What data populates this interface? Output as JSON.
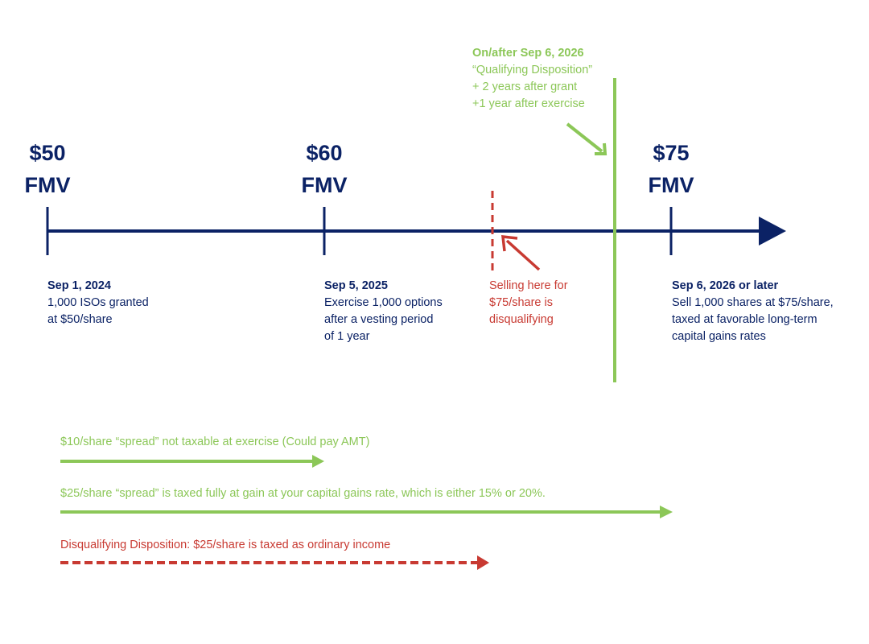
{
  "colors": {
    "navy": "#0b2265",
    "green": "#8cc758",
    "red": "#c83a32"
  },
  "qualifying_note": {
    "heading": "On/after Sep 6, 2026",
    "line1": "“Qualifying Disposition”",
    "line2": "+ 2 years after grant",
    "line3": "+1 year after exercise"
  },
  "markers": [
    {
      "price": "$50",
      "label": "FMV"
    },
    {
      "price": "$60",
      "label": "FMV"
    },
    {
      "price": "$75",
      "label": "FMV"
    }
  ],
  "events": [
    {
      "date": "Sep 1, 2024",
      "lines": [
        "1,000 ISOs granted",
        "at $50/share"
      ]
    },
    {
      "date": "Sep 5, 2025",
      "lines": [
        "Exercise 1,000 options",
        "after a vesting period",
        "of 1 year"
      ]
    },
    {
      "date": "Sep 6, 2026 or later",
      "lines": [
        "Sell 1,000 shares at $75/share,",
        "taxed at favorable long-term",
        "capital gains rates"
      ]
    }
  ],
  "disqualifying_note": {
    "lines": [
      "Selling here for",
      "$75/share is",
      "disqualifying"
    ]
  },
  "legend": [
    {
      "text": "$10/share “spread” not taxable at exercise (Could pay AMT)",
      "style": "solid",
      "color": "green"
    },
    {
      "text": "$25/share “spread” is taxed fully at gain at your capital gains rate, which is either 15% or 20%.",
      "style": "solid",
      "color": "green"
    },
    {
      "text": "Disqualifying Disposition: $25/share is taxed as ordinary income",
      "style": "dashed",
      "color": "red"
    }
  ]
}
